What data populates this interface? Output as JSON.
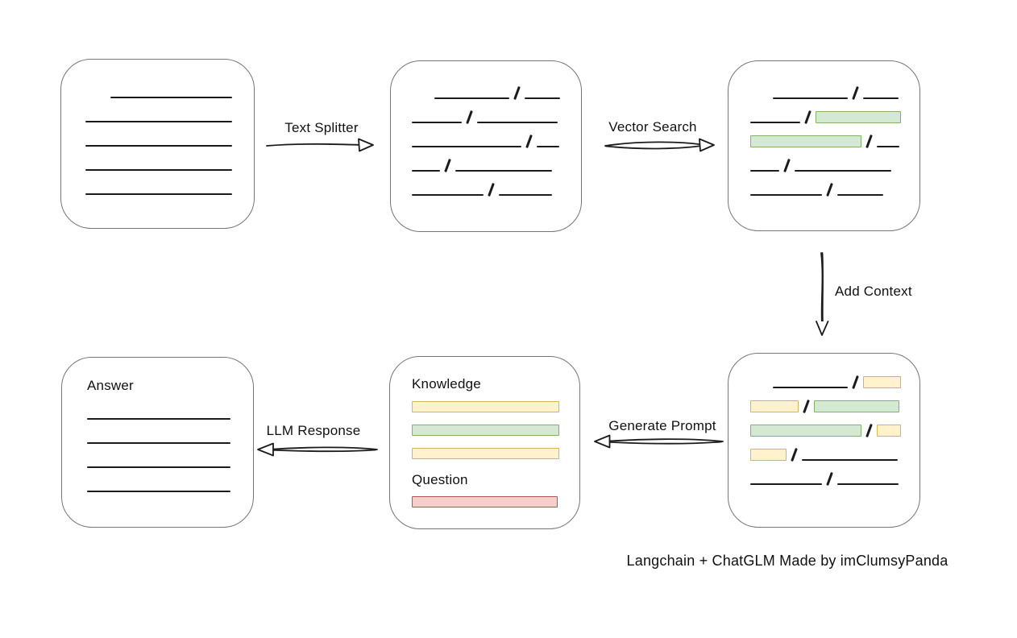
{
  "attribution": "Langchain + ChatGLM Made by imClumsyPanda",
  "labels": {
    "text_splitter": "Text Splitter",
    "vector_search": "Vector Search",
    "add_context": "Add Context",
    "generate_prompt": "Generate Prompt",
    "llm_response": "LLM Response",
    "knowledge": "Knowledge",
    "question": "Question",
    "answer": "Answer"
  },
  "colors": {
    "stroke": "#1b1b1b",
    "box_border": "#757575",
    "green_fill": "#d5e8d4",
    "green_stroke": "#82b366",
    "yellow_fill": "#fff2cc",
    "yellow_stroke": "#d6b656",
    "red_fill": "#f8cecc",
    "red_stroke": "#b85450"
  },
  "nodes": {
    "document": {
      "rows": [
        [
          {
            "t": "gap",
            "w": 31
          },
          {
            "t": "line",
            "w": 151
          }
        ],
        [
          {
            "t": "line",
            "w": 182
          }
        ],
        [
          {
            "t": "line",
            "w": 182
          }
        ],
        [
          {
            "t": "line",
            "w": 182
          }
        ],
        [
          {
            "t": "line",
            "w": 182
          }
        ]
      ]
    },
    "split_chunks": {
      "rows": [
        [
          {
            "t": "gap",
            "w": 28
          },
          {
            "t": "line",
            "w": 93
          },
          {
            "t": "slash"
          },
          {
            "t": "line",
            "w": 44
          }
        ],
        [
          {
            "t": "line",
            "w": 62
          },
          {
            "t": "slash"
          },
          {
            "t": "line",
            "w": 100
          }
        ],
        [
          {
            "t": "line",
            "w": 136
          },
          {
            "t": "slash"
          },
          {
            "t": "line",
            "w": 28
          }
        ],
        [
          {
            "t": "line",
            "w": 35
          },
          {
            "t": "slash"
          },
          {
            "t": "line",
            "w": 120
          }
        ],
        [
          {
            "t": "line",
            "w": 89
          },
          {
            "t": "slash"
          },
          {
            "t": "line",
            "w": 66
          }
        ]
      ]
    },
    "matched_chunks": {
      "rows": [
        [
          {
            "t": "gap",
            "w": 28
          },
          {
            "t": "line",
            "w": 93
          },
          {
            "t": "slash"
          },
          {
            "t": "line",
            "w": 44
          }
        ],
        [
          {
            "t": "line",
            "w": 62
          },
          {
            "t": "slash"
          },
          {
            "t": "hl",
            "c": "green",
            "w": 106
          }
        ],
        [
          {
            "t": "hl",
            "c": "green",
            "w": 138
          },
          {
            "t": "slash"
          },
          {
            "t": "line",
            "w": 28
          }
        ],
        [
          {
            "t": "line",
            "w": 36
          },
          {
            "t": "slash"
          },
          {
            "t": "line",
            "w": 120
          }
        ],
        [
          {
            "t": "line",
            "w": 89
          },
          {
            "t": "slash"
          },
          {
            "t": "line",
            "w": 57
          }
        ]
      ]
    },
    "context_chunks": {
      "rows": [
        [
          {
            "t": "gap",
            "w": 28
          },
          {
            "t": "line",
            "w": 93
          },
          {
            "t": "slash"
          },
          {
            "t": "hl",
            "c": "yellow",
            "w": 47
          }
        ],
        [
          {
            "t": "hl",
            "c": "yellow",
            "w": 60
          },
          {
            "t": "slash"
          },
          {
            "t": "hl",
            "c": "green",
            "w": 106
          }
        ],
        [
          {
            "t": "hl",
            "c": "green",
            "w": 138
          },
          {
            "t": "slash"
          },
          {
            "t": "hl",
            "c": "yellow",
            "w": 30
          }
        ],
        [
          {
            "t": "hl",
            "c": "yellow",
            "w": 45
          },
          {
            "t": "slash"
          },
          {
            "t": "line",
            "w": 119
          }
        ],
        [
          {
            "t": "line",
            "w": 89
          },
          {
            "t": "slash"
          },
          {
            "t": "line",
            "w": 76
          }
        ]
      ]
    },
    "prompt": {
      "knowledge_bars": [
        "yellow",
        "green",
        "yellow"
      ],
      "question_bars": [
        "red"
      ]
    },
    "answer": {
      "rows": [
        [
          {
            "t": "line",
            "w": 178
          }
        ],
        [
          {
            "t": "line",
            "w": 178
          }
        ],
        [
          {
            "t": "line",
            "w": 178
          }
        ],
        [
          {
            "t": "line",
            "w": 178
          }
        ]
      ]
    }
  }
}
